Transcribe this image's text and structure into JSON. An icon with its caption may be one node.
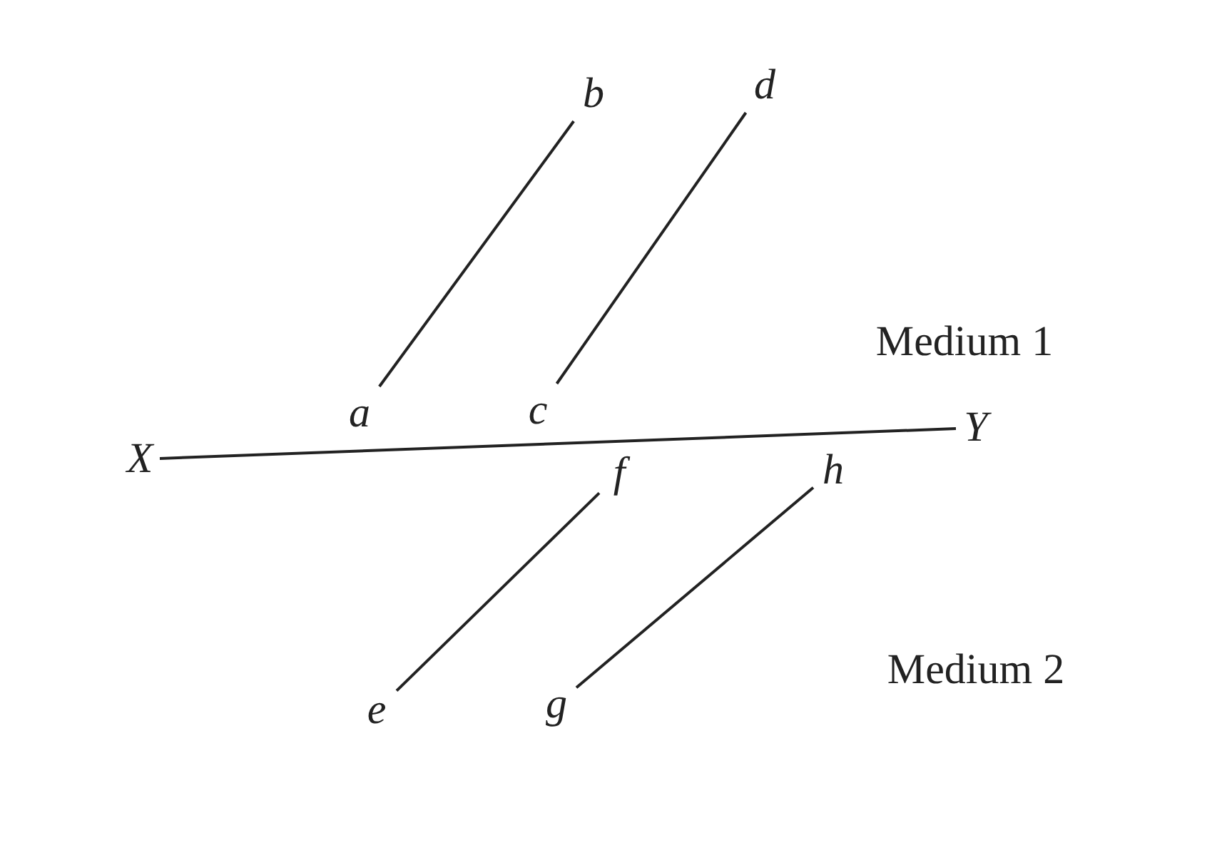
{
  "diagram": {
    "nodes": [
      {
        "text": [
          "b"
        ]
      },
      {
        "text": [
          "d"
        ]
      },
      {
        "text": [
          "a"
        ]
      },
      {
        "text": [
          "c"
        ]
      },
      {
        "text": [
          "X"
        ]
      },
      {
        "text": [
          "Y"
        ]
      },
      {
        "text": [
          "f"
        ]
      },
      {
        "text": [
          "h"
        ]
      },
      {
        "text": [
          "e"
        ]
      },
      {
        "text": [
          "g"
        ]
      }
    ],
    "edges": [
      {
        "from": 4,
        "to": 5,
        "arrow": "none"
      },
      {
        "from": 2,
        "to": 0,
        "arrow": "none"
      },
      {
        "from": 3,
        "to": 1,
        "arrow": "none"
      },
      {
        "from": 6,
        "to": 8,
        "arrow": "none"
      },
      {
        "from": 7,
        "to": 9,
        "arrow": "none"
      }
    ],
    "labels": [
      "Medium 1",
      "Medium 2"
    ]
  }
}
